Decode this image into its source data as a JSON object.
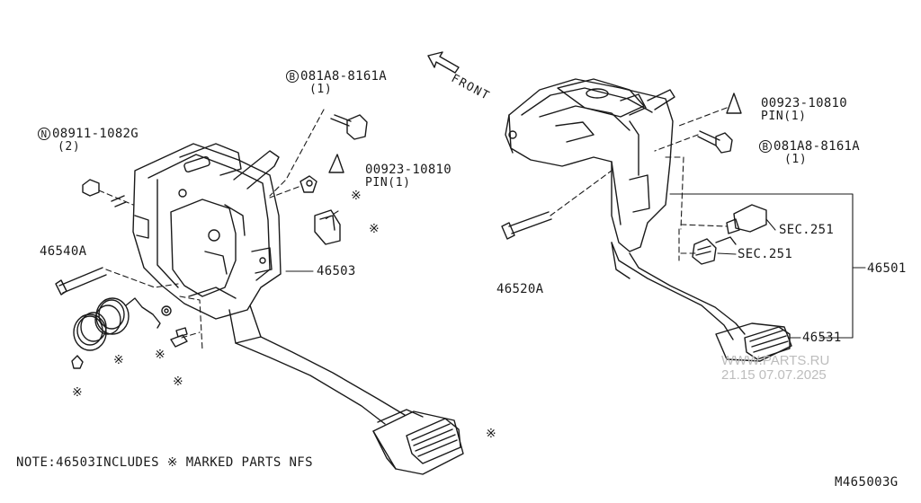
{
  "labels": {
    "bolt_left": {
      "prefix_symbol": "B",
      "number": "081A8-8161A",
      "qty": "(1)"
    },
    "nut_left": {
      "prefix_symbol": "N",
      "number": "08911-1082G",
      "qty": "(2)"
    },
    "pin_left": {
      "number": "00923-10810",
      "qty": "PIN(1)"
    },
    "bracket": "46503",
    "bolt_left_long": "46540A",
    "bolt_right_long": "46520A",
    "pin_right": {
      "number": "00923-10810",
      "qty": "PIN(1)"
    },
    "bolt_right": {
      "prefix_symbol": "B",
      "number": "081A8-8161A",
      "qty": "(1)"
    },
    "sec1": "SEC.251",
    "sec2": "SEC.251",
    "pedal_assy": "46501",
    "pad": "46531",
    "front": "FRONT"
  },
  "nfs_mark": "※",
  "note": "NOTE:46503INCLUDES ※ MARKED PARTS NFS",
  "diagram_code": "M465003G",
  "watermark": {
    "line1": "WWW.PARTS.RU",
    "line2": "21.15 07.07.2025"
  }
}
